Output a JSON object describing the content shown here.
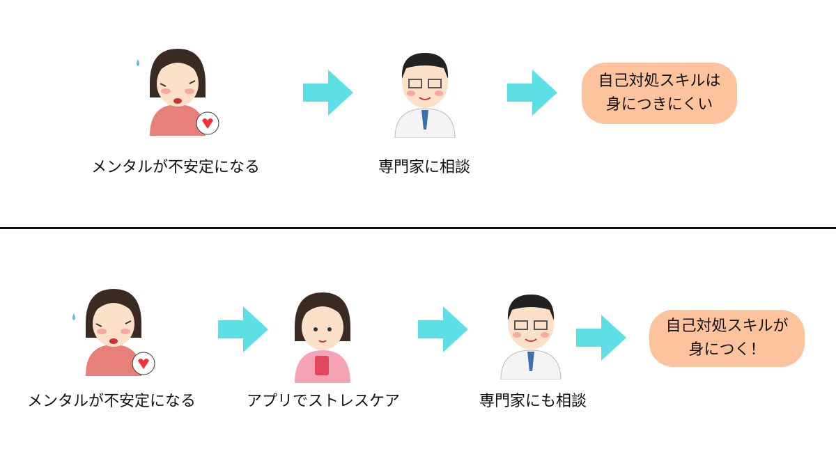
{
  "colors": {
    "arrow": "#5ce0e6",
    "bubble": "#fdc39d",
    "divider": "#111111"
  },
  "top_flow": {
    "steps": [
      {
        "label": "メンタルが不安定になる",
        "icon": "distressed-woman-icon"
      },
      {
        "label": "専門家に相談",
        "icon": "doctor-icon"
      }
    ],
    "result": {
      "line1": "自己対処スキルは",
      "line2": "身につきにくい"
    }
  },
  "bottom_flow": {
    "steps": [
      {
        "label": "メンタルが不安定になる",
        "icon": "distressed-woman-icon"
      },
      {
        "label": "アプリでストレスケア",
        "icon": "woman-with-phone-icon"
      },
      {
        "label": "専門家にも相談",
        "icon": "doctor-icon"
      }
    ],
    "result": {
      "line1": "自己対処スキルが",
      "line2": "身につく！"
    }
  }
}
